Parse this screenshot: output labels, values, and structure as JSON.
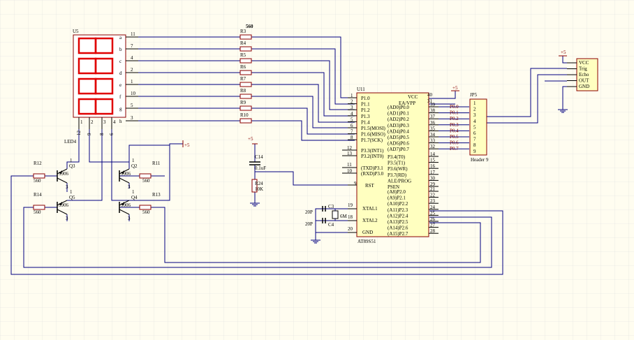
{
  "theme": {
    "background": "#fffdf0",
    "grid": "#d9d9d9",
    "wire": "#000080",
    "body_fill": "#ffffc0",
    "body_stroke": "#8b0000",
    "segment_red": "#e00000",
    "net_label": "#7a0000",
    "power": "#8b0000"
  },
  "labels": {
    "u5": "U5",
    "led4": "LED4",
    "r_value_top": "560",
    "u11": "U11",
    "u11_part": "AT89S51",
    "jp5": "JP5",
    "jp5_part": "Header 9",
    "c14": "C14",
    "c14_value": "0.1uF",
    "r24": "R24",
    "r24_value": "10K",
    "plus5": "+5",
    "c3": "C3",
    "c4": "C4",
    "c_value": "20P",
    "y_value": "6M",
    "pin_40": "40",
    "pin_31": "31",
    "pin_9": "9",
    "pin_19": "19",
    "pin_18": "18",
    "pin_20": "20",
    "pin_12": "12",
    "pin_13": "13",
    "pin_11": "11",
    "pin_10": "10"
  },
  "led_pins": [
    {
      "num": "11",
      "seg": "a"
    },
    {
      "num": "7",
      "seg": "b"
    },
    {
      "num": "4",
      "seg": "c"
    },
    {
      "num": "2",
      "seg": "d"
    },
    {
      "num": "1",
      "seg": "e"
    },
    {
      "num": "10",
      "seg": "f"
    },
    {
      "num": "5",
      "seg": "g"
    },
    {
      "num": "3",
      "seg": "h"
    }
  ],
  "led_bottom_pins": [
    "12",
    "9",
    "8",
    "6"
  ],
  "led_bottom_nums": [
    "1",
    "2",
    "3",
    "4"
  ],
  "seg_resistors": [
    "R3",
    "R4",
    "R5",
    "R6",
    "R7",
    "R8",
    "R9",
    "R10"
  ],
  "mcu_left_pins": [
    {
      "num": "1",
      "name": "P1.0"
    },
    {
      "num": "2",
      "name": "P1.1"
    },
    {
      "num": "3",
      "name": "P1.2"
    },
    {
      "num": "4",
      "name": "P1.3"
    },
    {
      "num": "5",
      "name": "P1.4"
    },
    {
      "num": "6",
      "name": "P1.5(MOSI)"
    },
    {
      "num": "7",
      "name": "P1.6(MISO)"
    },
    {
      "num": "8",
      "name": "P1.7(SCK)"
    }
  ],
  "mcu_left_mid": [
    {
      "name": "P3.3(INT1)"
    },
    {
      "name": "P3.2(INT0)"
    },
    {
      "name": "(TXD)P3.1"
    },
    {
      "name": "(RXD)P3.0"
    }
  ],
  "mcu_misc": {
    "rst": "RST",
    "xtal1": "XTAL1",
    "xtal2": "XTAL2",
    "gnd": "GND",
    "vcc": "VCC",
    "ea": "EA/VPP"
  },
  "mcu_right_pins": [
    {
      "name": "(AD0)P0.0",
      "num": "39",
      "net": "P0.0"
    },
    {
      "name": "(AD1)P0.1",
      "num": "38",
      "net": "P0.1"
    },
    {
      "name": "(AD2)P0.2",
      "num": "37",
      "net": "P0.2"
    },
    {
      "name": "(AD3)P0.3",
      "num": "36",
      "net": "P0.3"
    },
    {
      "name": "(AD4)P0.4",
      "num": "35",
      "net": "P0.4"
    },
    {
      "name": "(AD5)P0.5",
      "num": "34",
      "net": "P0.5"
    },
    {
      "name": "(AD6)P0.6",
      "num": "33",
      "net": "P0.6"
    },
    {
      "name": "(AD7)P0.7",
      "num": "32",
      "net": "P0.7"
    },
    {
      "name": "P3.4(T0)",
      "num": "14",
      "net": ""
    },
    {
      "name": "P3.5(T1)",
      "num": "15",
      "net": ""
    },
    {
      "name": "P3.6(WR)",
      "num": "16",
      "net": ""
    },
    {
      "name": "P3.7(RD)",
      "num": "17",
      "net": ""
    },
    {
      "name": "ALE/PROG",
      "num": "30",
      "net": ""
    },
    {
      "name": "PSEN",
      "num": "29",
      "net": ""
    },
    {
      "name": "(A8)P2.0",
      "num": "21",
      "net": ""
    },
    {
      "name": "(A9)P2.1",
      "num": "22",
      "net": ""
    },
    {
      "name": "(A10)P2.2",
      "num": "23",
      "net": ""
    },
    {
      "name": "(A11)P2.3",
      "num": "24",
      "net": ""
    },
    {
      "name": "(A12)P2.4",
      "num": "25",
      "net": ""
    },
    {
      "name": "(A13)P2.5",
      "num": "26",
      "net": ""
    },
    {
      "name": "(A14)P2.6",
      "num": "27",
      "net": ""
    },
    {
      "name": "(A15)P2.7",
      "num": "28",
      "net": ""
    }
  ],
  "header_pins": [
    "1",
    "2",
    "3",
    "4",
    "5",
    "6",
    "7",
    "8",
    "9"
  ],
  "sensor_pins": [
    "VCC",
    "Trig",
    "Echo",
    "OUT",
    "GND"
  ],
  "transistors": [
    {
      "ref": "Q3",
      "part": "3906",
      "base_r": "R12",
      "r_value": "560"
    },
    {
      "ref": "Q2",
      "part": "3906",
      "base_r": "R11",
      "r_value": "560"
    },
    {
      "ref": "Q5",
      "part": "3906",
      "base_r": "R14",
      "r_value": "560"
    },
    {
      "ref": "Q4",
      "part": "3906",
      "base_r": "R13",
      "r_value": "560"
    }
  ],
  "tr_pin_labels": {
    "b": "2",
    "e": "1",
    "c": "3"
  }
}
